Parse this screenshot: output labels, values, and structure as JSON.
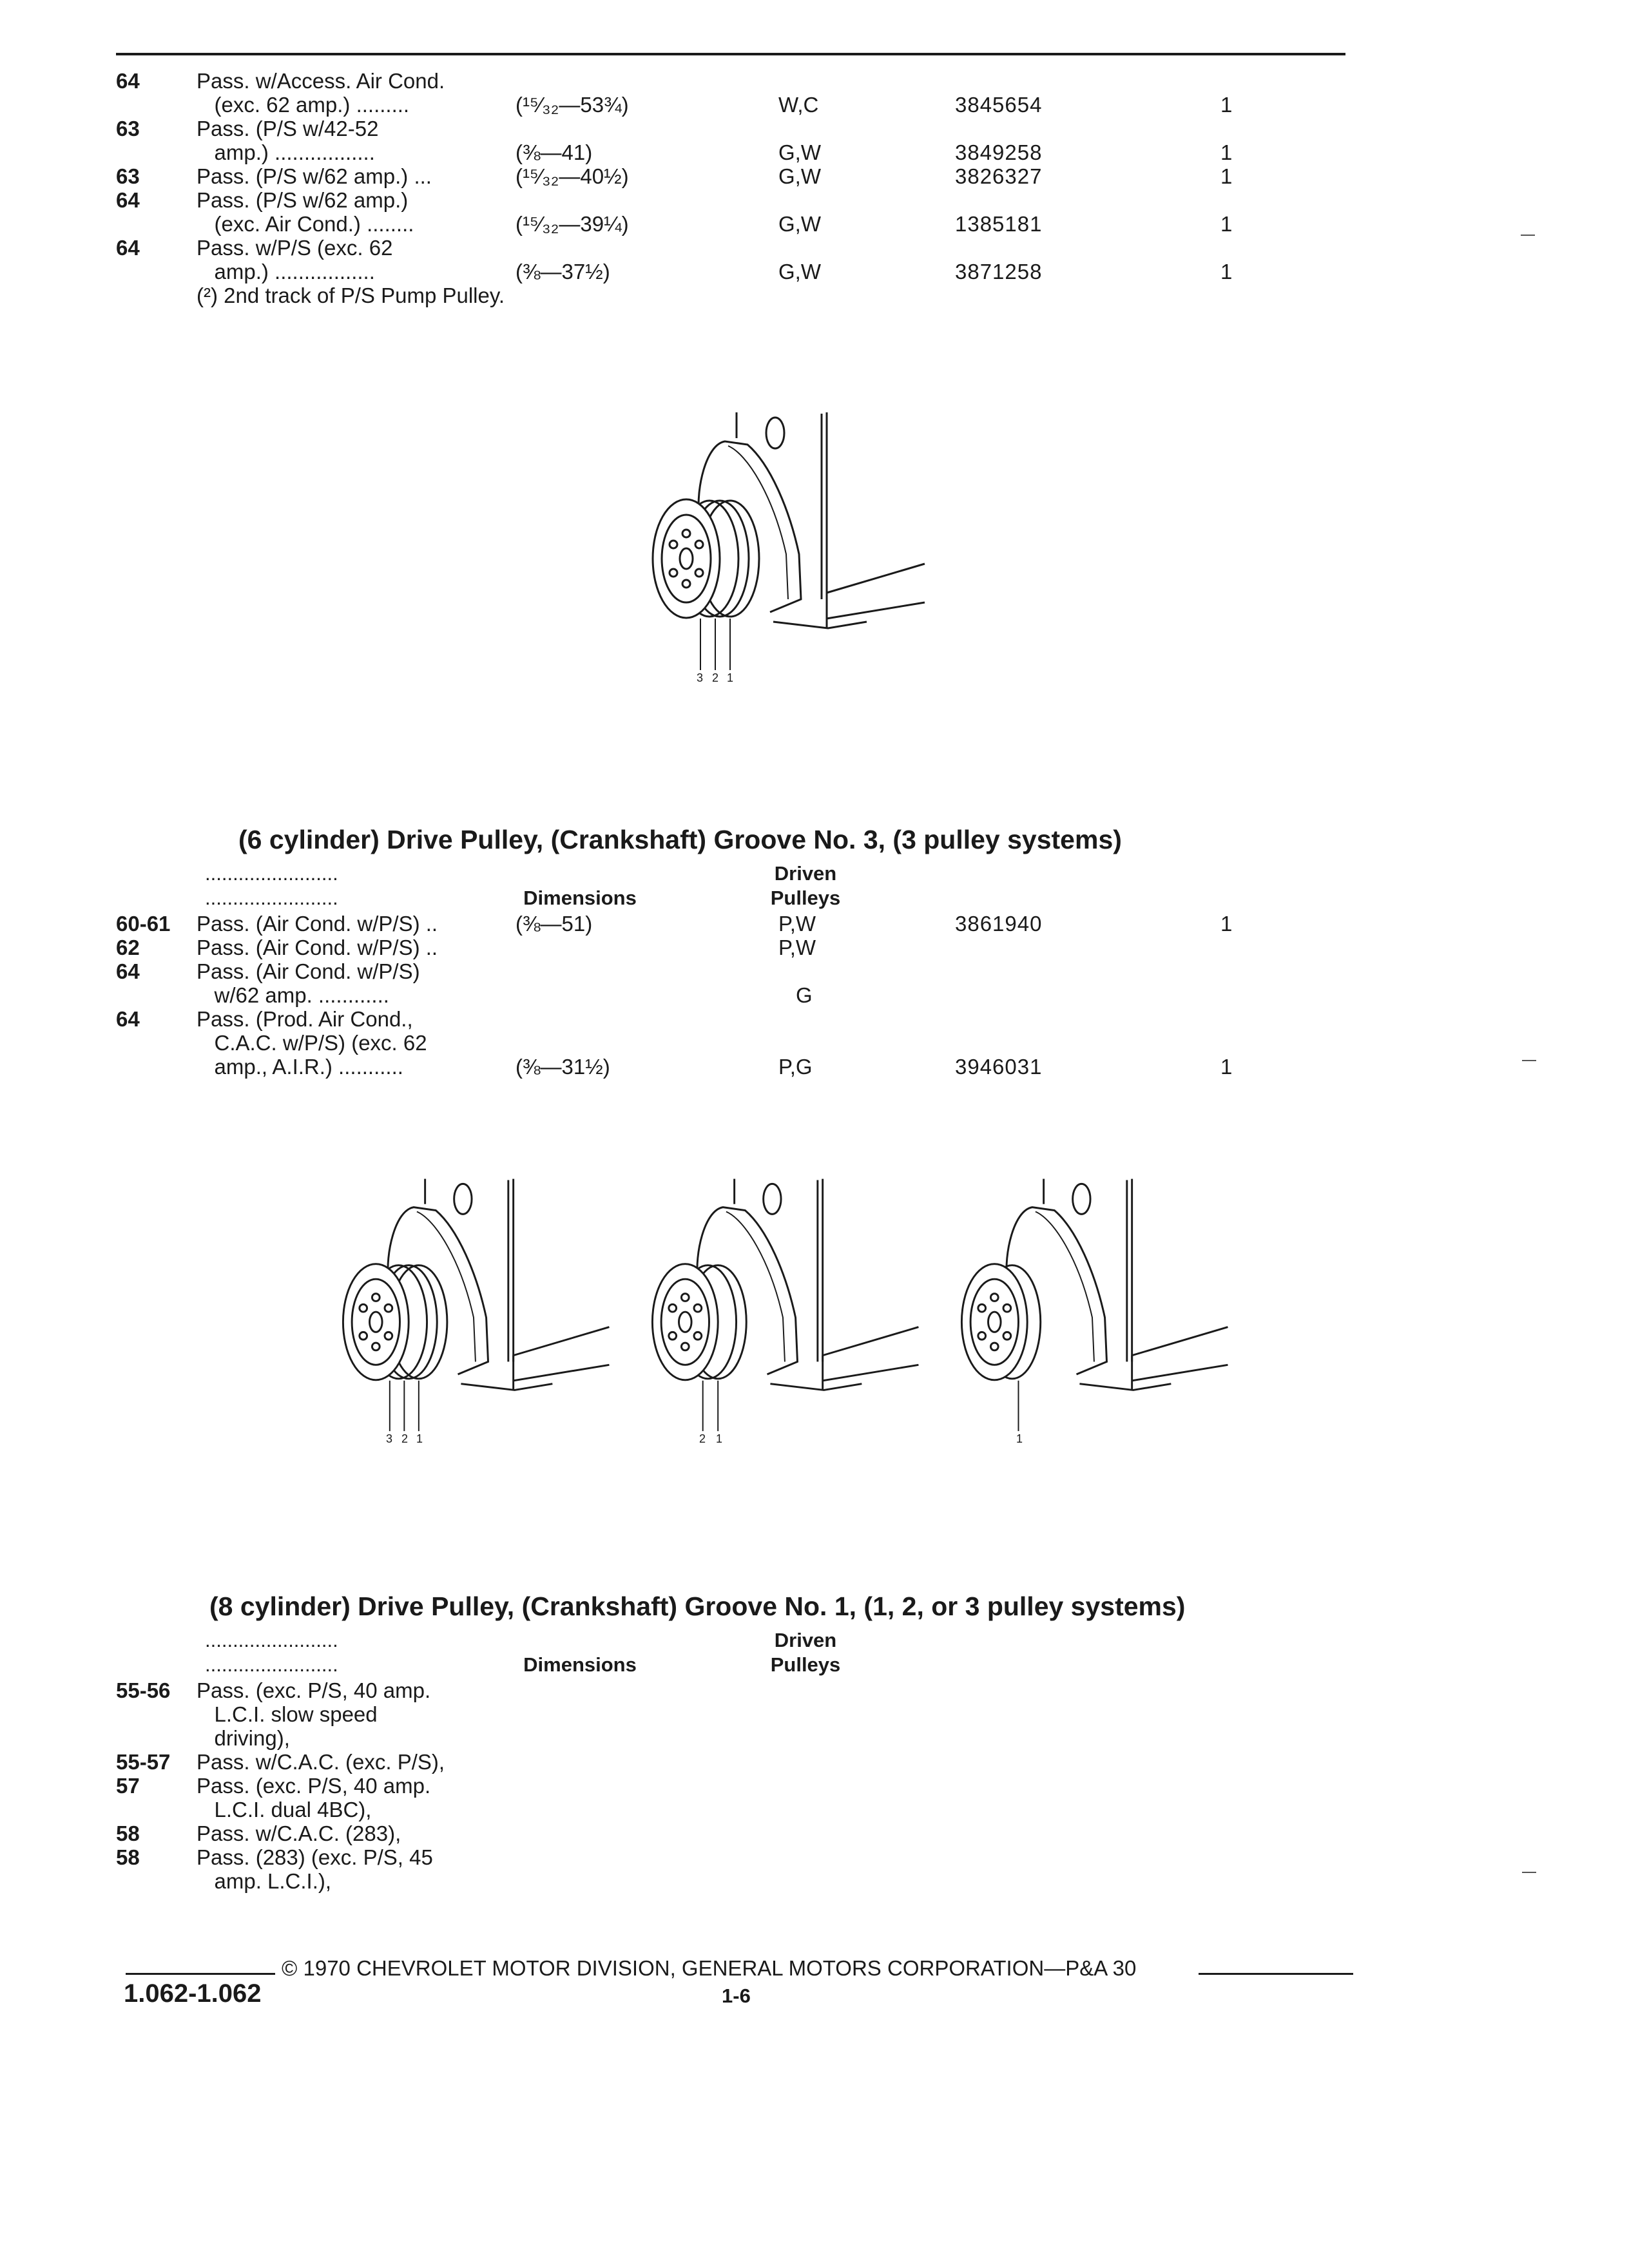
{
  "section1": {
    "rows": [
      {
        "year": "64",
        "desc": "Pass. w/Access. Air Cond.",
        "dim": "",
        "pulleys": "",
        "part": "",
        "qty": ""
      },
      {
        "year": "",
        "desc": "   (exc. 62 amp.) .........",
        "dim": "(¹⁵⁄₃₂—53¾)",
        "pulleys": "W,C",
        "part": "3845654",
        "qty": "1"
      },
      {
        "year": "63",
        "desc": "Pass. (P/S w/42-52",
        "dim": "",
        "pulleys": "",
        "part": "",
        "qty": ""
      },
      {
        "year": "",
        "desc": "   amp.) .................",
        "dim": "(⅜—41)",
        "pulleys": "G,W",
        "part": "3849258",
        "qty": "1"
      },
      {
        "year": "63",
        "desc": "Pass. (P/S w/62 amp.) ...",
        "dim": "(¹⁵⁄₃₂—40½)",
        "pulleys": "G,W",
        "part": "3826327",
        "qty": "1"
      },
      {
        "year": "64",
        "desc": "Pass. (P/S w/62 amp.)",
        "dim": "",
        "pulleys": "",
        "part": "",
        "qty": ""
      },
      {
        "year": "",
        "desc": "   (exc. Air Cond.) ........",
        "dim": "(¹⁵⁄₃₂—39¼)",
        "pulleys": "G,W",
        "part": "1385181",
        "qty": "1"
      },
      {
        "year": "64",
        "desc": "Pass. w/P/S (exc. 62",
        "dim": "",
        "pulleys": "",
        "part": "",
        "qty": ""
      },
      {
        "year": "",
        "desc": "   amp.) .................",
        "dim": "(⅜—37½)",
        "pulleys": "G,W",
        "part": "3871258",
        "qty": "1"
      }
    ],
    "footnote": "(²) 2nd track of P/S Pump Pulley."
  },
  "figure1": {
    "labels": [
      "3",
      "2",
      "1"
    ]
  },
  "section2": {
    "title": "(6 cylinder) Drive Pulley, (Crankshaft) Groove No. 3, (3 pulley systems)",
    "dots": "........................",
    "hdr_dimensions": "Dimensions",
    "hdr_driven": "Driven",
    "hdr_pulleys": "Pulleys",
    "rows": [
      {
        "year": "60-61",
        "desc": "Pass. (Air Cond. w/P/S) ..",
        "dim": "(⅜—51)",
        "pulleys": "P,W",
        "part": "3861940",
        "qty": "1"
      },
      {
        "year": "62",
        "desc": "Pass. (Air Cond. w/P/S) ..",
        "dim": "",
        "pulleys": "P,W",
        "part": "",
        "qty": ""
      },
      {
        "year": "64",
        "desc": "Pass. (Air Cond. w/P/S)",
        "dim": "",
        "pulleys": "",
        "part": "",
        "qty": ""
      },
      {
        "year": "",
        "desc": "   w/62 amp. ............",
        "dim": "",
        "pulleys": "G",
        "part": "",
        "qty": ""
      },
      {
        "year": "64",
        "desc": "Pass. (Prod. Air Cond.,",
        "dim": "",
        "pulleys": "",
        "part": "",
        "qty": ""
      },
      {
        "year": "",
        "desc": "   C.A.C. w/P/S) (exc. 62",
        "dim": "",
        "pulleys": "",
        "part": "",
        "qty": ""
      },
      {
        "year": "",
        "desc": "   amp., A.I.R.) ...........",
        "dim": "(⅜—31½)",
        "pulleys": "P,G",
        "part": "3946031",
        "qty": "1"
      }
    ]
  },
  "figure2": {
    "a": {
      "labels": [
        "3",
        "2",
        "1"
      ]
    },
    "b": {
      "labels": [
        "2",
        "1"
      ]
    },
    "c": {
      "labels": [
        "1"
      ]
    }
  },
  "section3": {
    "title": "(8 cylinder) Drive Pulley, (Crankshaft) Groove No. 1, (1, 2, or 3 pulley systems)",
    "dots": "........................",
    "hdr_dimensions": "Dimensions",
    "hdr_driven": "Driven",
    "hdr_pulleys": "Pulleys",
    "rows": [
      {
        "year": "55-56",
        "desc": "Pass. (exc. P/S, 40 amp."
      },
      {
        "year": "",
        "desc": "   L.C.I. slow speed"
      },
      {
        "year": "",
        "desc": "   driving),"
      },
      {
        "year": "55-57",
        "desc": "Pass. w/C.A.C. (exc. P/S),"
      },
      {
        "year": "57",
        "desc": "Pass. (exc. P/S, 40 amp."
      },
      {
        "year": "",
        "desc": "   L.C.I. dual 4BC),"
      },
      {
        "year": "58",
        "desc": "Pass. w/C.A.C. (283),"
      },
      {
        "year": "58",
        "desc": "Pass. (283) (exc. P/S, 45"
      },
      {
        "year": "",
        "desc": "   amp. L.C.I.),"
      }
    ]
  },
  "footer": {
    "copyright": "© 1970 CHEVROLET MOTOR DIVISION, GENERAL MOTORS CORPORATION—P&A 30",
    "page_code": "1.062-1.062",
    "page_number": "1-6"
  }
}
